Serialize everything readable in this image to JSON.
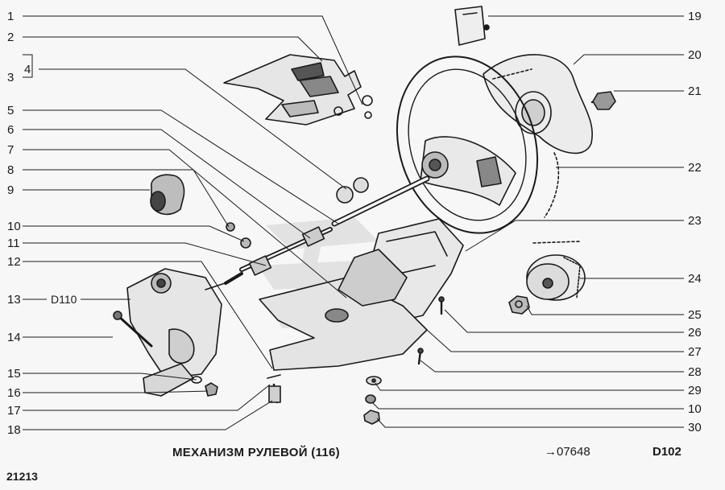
{
  "diagram": {
    "title": "МЕХАНИЗМ РУЛЕВОЙ (116)",
    "reference": "→07648",
    "code": "D102",
    "model": "21213",
    "left_callouts": [
      "1",
      "2",
      "3",
      "4",
      "5",
      "6",
      "7",
      "8",
      "9",
      "10",
      "11",
      "12",
      "13",
      "14",
      "15",
      "16",
      "17",
      "18"
    ],
    "right_callouts": [
      "19",
      "20",
      "21",
      "22",
      "23",
      "24",
      "25",
      "26",
      "27",
      "28",
      "29",
      "10",
      "30"
    ],
    "part_13_ref": "D110"
  },
  "colors": {
    "line": "#1a1a1a",
    "shade": "#8a8a8a",
    "background": "#f7f7f7",
    "watermark": "#c9c9c9"
  }
}
